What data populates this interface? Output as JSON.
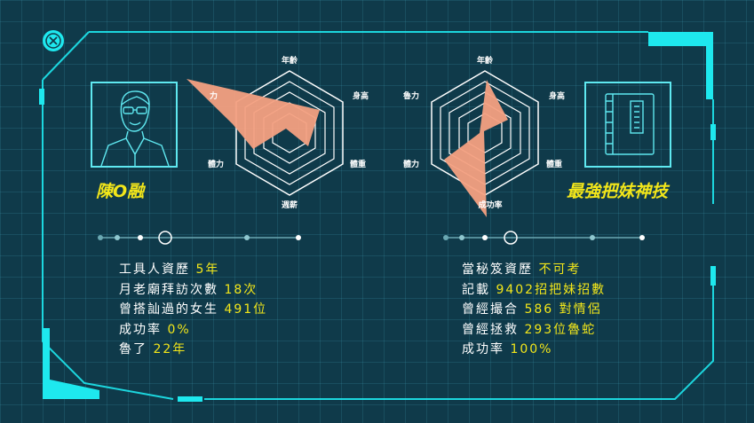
{
  "colors": {
    "background": "#0f3a4a",
    "frame": "#1ee8ee",
    "accent_yellow": "#f2e61a",
    "radar_fill": "#f4a081",
    "text": "#ffffff"
  },
  "icons": {
    "close": "close-icon",
    "avatar": "person-with-glasses-icon",
    "book": "closed-book-icon"
  },
  "radar_axes": [
    "年齡",
    "身高",
    "體重",
    "週薪",
    "體力",
    "魯力"
  ],
  "left_radar": {
    "axes": [
      "年齡",
      "身高",
      "體重",
      "週薪",
      "體力",
      "魯力"
    ],
    "axes_visible": [
      "年齡",
      "身高",
      "體重",
      "週薪",
      "體力",
      "力"
    ]
  },
  "right_radar": {
    "axes_visible": [
      "年齡",
      "身高",
      "體重",
      "成功率",
      "體力",
      "魯力"
    ]
  },
  "left_card": {
    "name": "陳O融",
    "stats": [
      {
        "label": "工具人資歷 ",
        "value": "5年"
      },
      {
        "label": "月老廟拜訪次數 ",
        "value": "18次"
      },
      {
        "label": "曾搭訕過的女生 ",
        "value": "491位"
      },
      {
        "label": "成功率 ",
        "value": "0%"
      },
      {
        "label": "魯了 ",
        "value": "22年"
      }
    ]
  },
  "right_card": {
    "name": "最強把妹神技",
    "stats": [
      {
        "label": "當秘笈資歷 ",
        "value": "不可考"
      },
      {
        "label": "記載 ",
        "value": "9402招把妹招數"
      },
      {
        "label": "曾經撮合 ",
        "value": "586 對情侶"
      },
      {
        "label": "曾經拯救 ",
        "value": "293位魯蛇"
      },
      {
        "label": "成功率 ",
        "value": "100%"
      }
    ]
  }
}
